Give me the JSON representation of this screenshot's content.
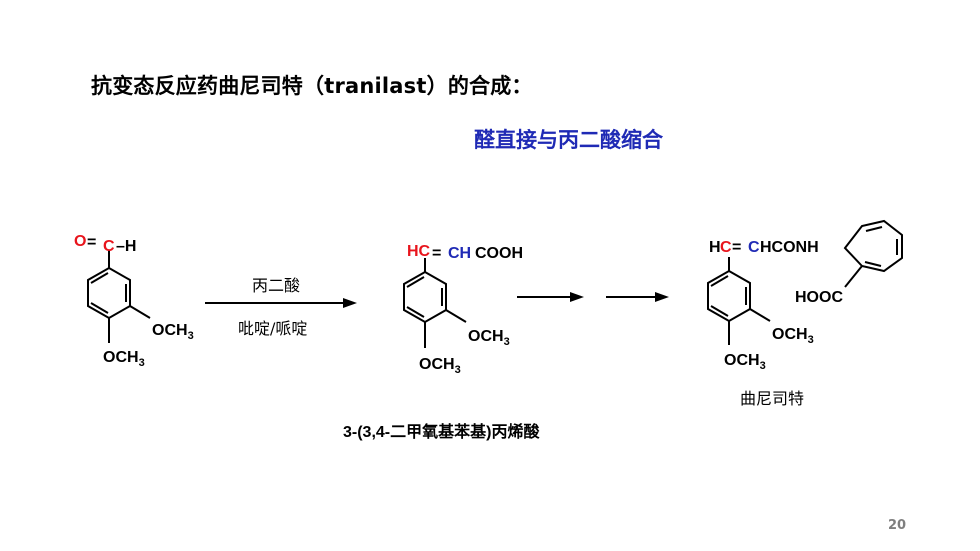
{
  "slide": {
    "title": "抗变态反应药曲尼司特（tranilast）的合成：",
    "subtitle": "醛直接与丙二酸缩合",
    "page_number": "20"
  },
  "scheme": {
    "reagent_above": "丙二酸",
    "reagent_below": "吡啶/哌啶",
    "intermediate_name": "3-(3,4-二甲氧基苯基)丙烯酸",
    "product_name": "曲尼司特"
  },
  "molecule_labels": {
    "oxygen": "O",
    "equals": "=",
    "carbon": "C",
    "hydrogen_bond": "–H",
    "hc": "HC",
    "ch": "CH",
    "cooh": "COOH",
    "h": "H",
    "c": "C",
    "conh": "HCONH",
    "hooc": "HOOC",
    "och": "OCH",
    "sub3": "3"
  },
  "colors": {
    "red": "#e8141c",
    "blue": "#1f2ab5",
    "title_blue": "#1f2ab5"
  }
}
